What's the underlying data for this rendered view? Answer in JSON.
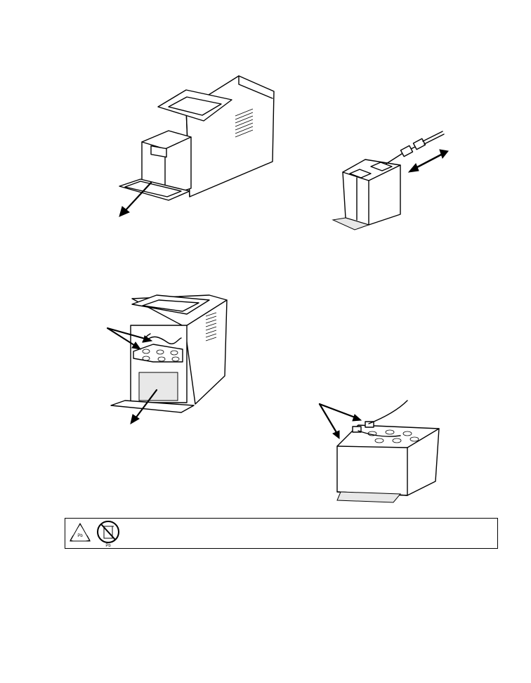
{
  "page": {
    "figures": [
      {
        "id": "remove-front-panel",
        "arrow": "outward"
      },
      {
        "id": "disconnect-battery-connector",
        "arrow": "bidirectional"
      },
      {
        "id": "open-battery-compartment",
        "pointers": 2,
        "arrow": "outward"
      },
      {
        "id": "battery-terminals",
        "pointers": 2
      }
    ],
    "notice": {
      "recycle_icon": "recycle-icon",
      "no_dispose_icon": "no-trash-disposal-icon",
      "chemical_symbol": "Pb",
      "text": ""
    }
  }
}
